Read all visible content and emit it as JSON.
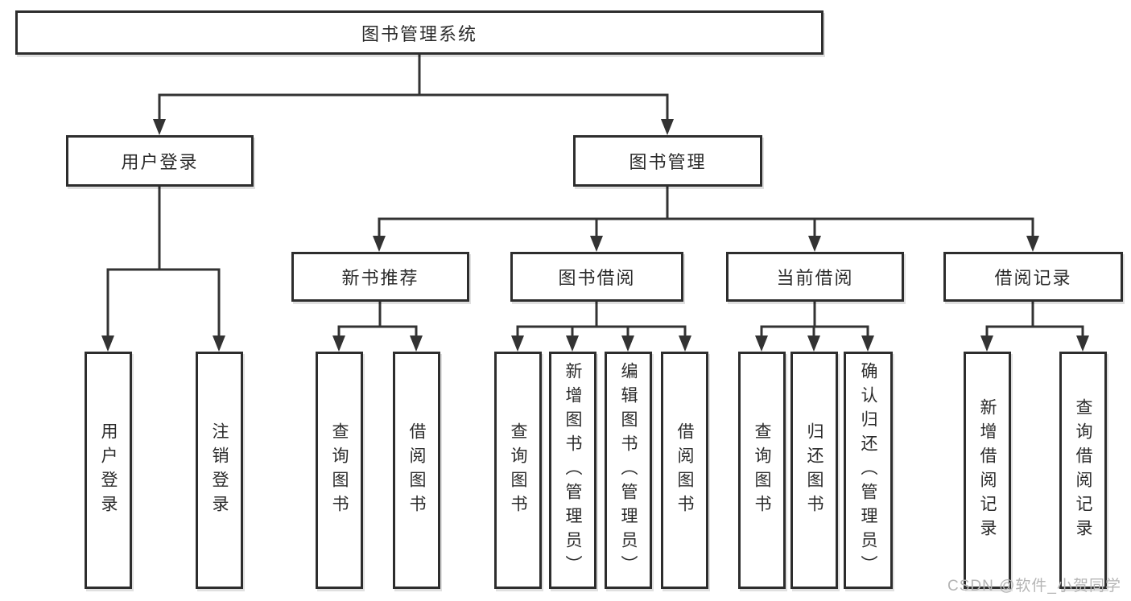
{
  "tree": {
    "label": "图书管理系统",
    "children": [
      {
        "label": "用户登录",
        "children": [
          {
            "label": "用户登录"
          },
          {
            "label": "注销登录"
          }
        ]
      },
      {
        "label": "图书管理",
        "children": [
          {
            "label": "新书推荐",
            "children": [
              {
                "label": "查询图书"
              },
              {
                "label": "借阅图书"
              }
            ]
          },
          {
            "label": "图书借阅",
            "children": [
              {
                "label": "查询图书"
              },
              {
                "label": "新增图书（管理员）"
              },
              {
                "label": "编辑图书（管理员）"
              },
              {
                "label": "借阅图书"
              }
            ]
          },
          {
            "label": "当前借阅",
            "children": [
              {
                "label": "查询图书"
              },
              {
                "label": "归还图书"
              },
              {
                "label": "确认归还（管理员）"
              }
            ]
          },
          {
            "label": "借阅记录",
            "children": [
              {
                "label": "新增借阅记录"
              },
              {
                "label": "查询借阅记录"
              }
            ]
          }
        ]
      }
    ]
  },
  "watermark": {
    "text": "CSDN @软件_小贺同学"
  },
  "colors": {
    "line": "#333333",
    "box_border": "#2d2d2d",
    "box_fill": "#ffffff",
    "text": "#2b2b2b",
    "watermark": "#b5b5b5",
    "background": "#ffffff"
  }
}
